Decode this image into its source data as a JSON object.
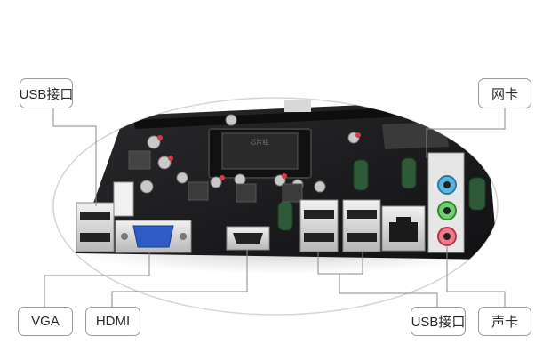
{
  "callouts": {
    "usb_top_left": "USB接口",
    "network": "网卡",
    "vga": "VGA",
    "hdmi": "HDMI",
    "usb_bottom": "USB接口",
    "audio": "声卡"
  },
  "board_marking": "芯片组",
  "colors": {
    "board": "#1c1c1e",
    "vga_port": "#2d5cc9",
    "audio_blue": "#5bb6df",
    "audio_green": "#6fd06f",
    "audio_pink": "#f07a8c",
    "callout_line": "#8a8a8a"
  }
}
